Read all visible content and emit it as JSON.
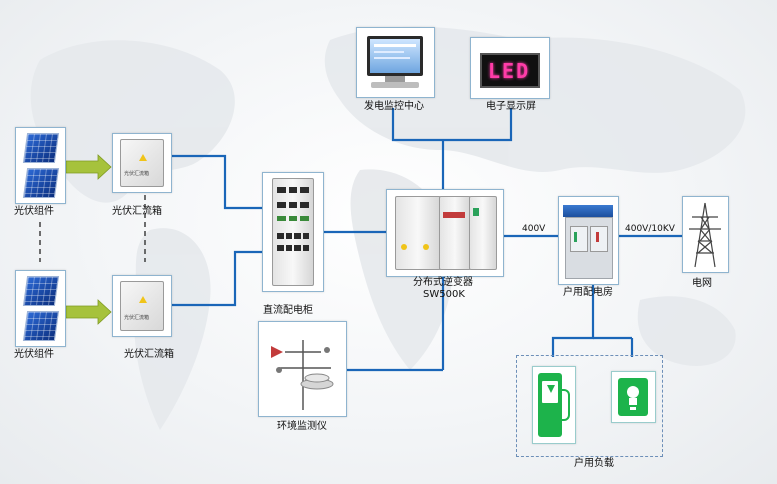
{
  "nodes": {
    "pv_top": "光伏组件",
    "combiner_top": "光伏汇流箱",
    "pv_bottom": "光伏组件",
    "combiner_bottom": "光伏汇流箱",
    "dc_cabinet": "直流配电柜",
    "monitor_center": "发电监控中心",
    "led_screen": "电子显示屏",
    "inverter": "分布式逆变器",
    "inverter_model": "SW500K",
    "distribution_room": "户用配电房",
    "grid": "电网",
    "env_monitor": "环境监测仪",
    "household_load": "户用负载"
  },
  "edge_labels": {
    "inverter_to_room": "400V",
    "room_to_grid": "400V/10KV"
  },
  "screen_text": {
    "led": "LED",
    "combiner_plate": "光伏汇流箱"
  },
  "icons": [
    "solar-panel-icon",
    "combiner-box-icon",
    "cabinet-icon",
    "monitor-icon",
    "led-screen-icon",
    "inverter-icon",
    "substation-icon",
    "transmission-tower-icon",
    "weather-station-icon",
    "ev-charger-icon",
    "light-bulb-icon"
  ],
  "colors": {
    "line": "#1a66b8",
    "arrow": "#a6c23c",
    "box_border": "#8fb4cf",
    "load_icon": "#1db34b"
  }
}
